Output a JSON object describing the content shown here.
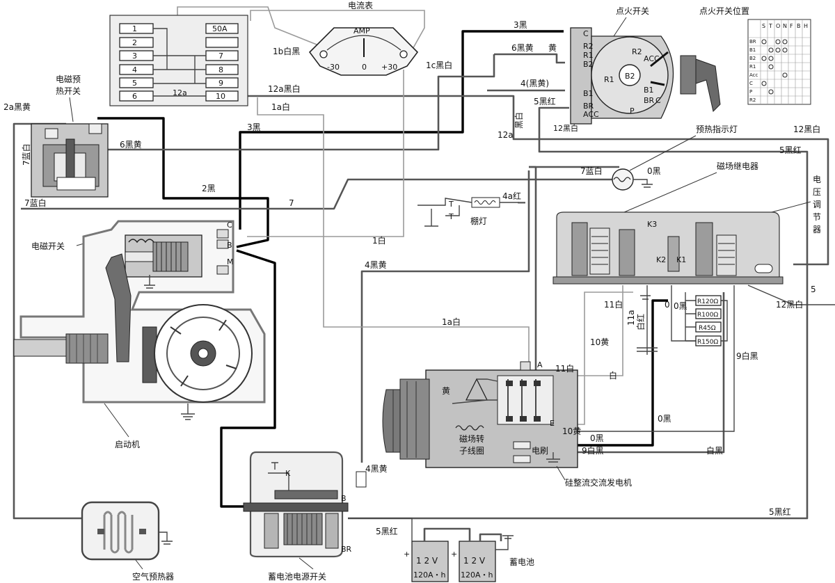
{
  "titles": {
    "ammeter": "电流表",
    "ignition_switch": "点火开关",
    "switch_positions": "点火开关位置",
    "preheat_switch": "电磁预热开关",
    "preheat_lamp": "预热指示灯",
    "field_relay": "磁场继电器",
    "regulator": "电压调节器",
    "solenoid_switch": "电磁开关",
    "starter": "启动机",
    "alternator": "硅整流交流发电机",
    "field_coil": "磁场转子线圈",
    "brush": "电刷",
    "battery_switch": "蓄电池电源开关",
    "battery": "蓄电池",
    "air_heater": "空气预热器",
    "shed_lamp": "棚灯"
  },
  "ammeter": {
    "label": "AMP",
    "scale": [
      "-30",
      "0",
      "+30"
    ]
  },
  "fuse_box": {
    "left": [
      "1",
      "2",
      "3",
      "4",
      "5",
      "6"
    ],
    "right": [
      "50A",
      "",
      "7",
      "8",
      "9",
      "10"
    ],
    "side_label": "12a"
  },
  "ignition": {
    "terminals": [
      "C",
      "R2",
      "R1",
      "B2",
      "B1",
      "BR",
      "ACC"
    ],
    "inner": [
      "R2",
      "ACC",
      "R1",
      "B2",
      "B1",
      "BR",
      "C",
      "P"
    ],
    "terminal_wire": "12黑白"
  },
  "position_table": {
    "cols": [
      "S",
      "T",
      "O",
      "N",
      "F",
      "B",
      "H"
    ],
    "rows": [
      "BR",
      "B1",
      "B2",
      "R1",
      "Acc",
      "C",
      "P",
      "R2"
    ]
  },
  "wires": {
    "w_1b": "1b白黑",
    "w_1c": "1c黑白",
    "w_3a": "3黑",
    "w_6a": "6黑黄",
    "w_yellow": "黄",
    "w_4": "4(黑黄)",
    "w_5": "5黑红",
    "w_12a1": "12a黑白",
    "w_1a1": "1a白",
    "w_3b": "3黑",
    "w_2a": "2a黑黄",
    "w_6b": "6黑黄",
    "w_7a": "7蓝白",
    "w_2": "2黑",
    "w_7b": "7蓝白",
    "w_7c": "7",
    "w_7d": "7蓝白",
    "w_0a": "0黑",
    "w_12b": "12黑白",
    "w_5b": "5黑红",
    "w_12c": "12a",
    "w_blackwhite": "黑白",
    "w_4a": "4a红",
    "w_1d": "1白",
    "w_4b": "4黑黄",
    "w_1e": "1a白",
    "w_11a": "11白",
    "w_11b": "11白",
    "w_white": "白",
    "w_10a": "10黄",
    "w_10b": "10黄",
    "w_11c": "11a",
    "w_11d": "白红",
    "w_0b": "0",
    "w_0c": "0黑",
    "w_0d": "0黑",
    "w_9a": "9白黑",
    "w_9b": "9白黑",
    "w_whiteblack": "白黑",
    "w_5c": "5",
    "w_12d": "12黑白",
    "w_4c": "4黑黄",
    "w_5d": "5黑红",
    "w_5e": "5黑红",
    "w_yellow2": "黄"
  },
  "relay": {
    "k1": "K1",
    "k2": "K2",
    "k3": "K3"
  },
  "resistors": [
    "R120Ω",
    "R100Ω",
    "R45Ω",
    "R150Ω"
  ],
  "solenoid_terms": [
    "C",
    "B",
    "M"
  ],
  "alternator_terms": [
    "A",
    "E"
  ],
  "battery_switch_terms": [
    "K",
    "B",
    "BR"
  ],
  "batteries": [
    {
      "voltage": "1 2 V",
      "capacity": "120A・h"
    },
    {
      "voltage": "1 2 V",
      "capacity": "120A・h"
    }
  ],
  "shed_terms": [
    "T",
    "T"
  ]
}
